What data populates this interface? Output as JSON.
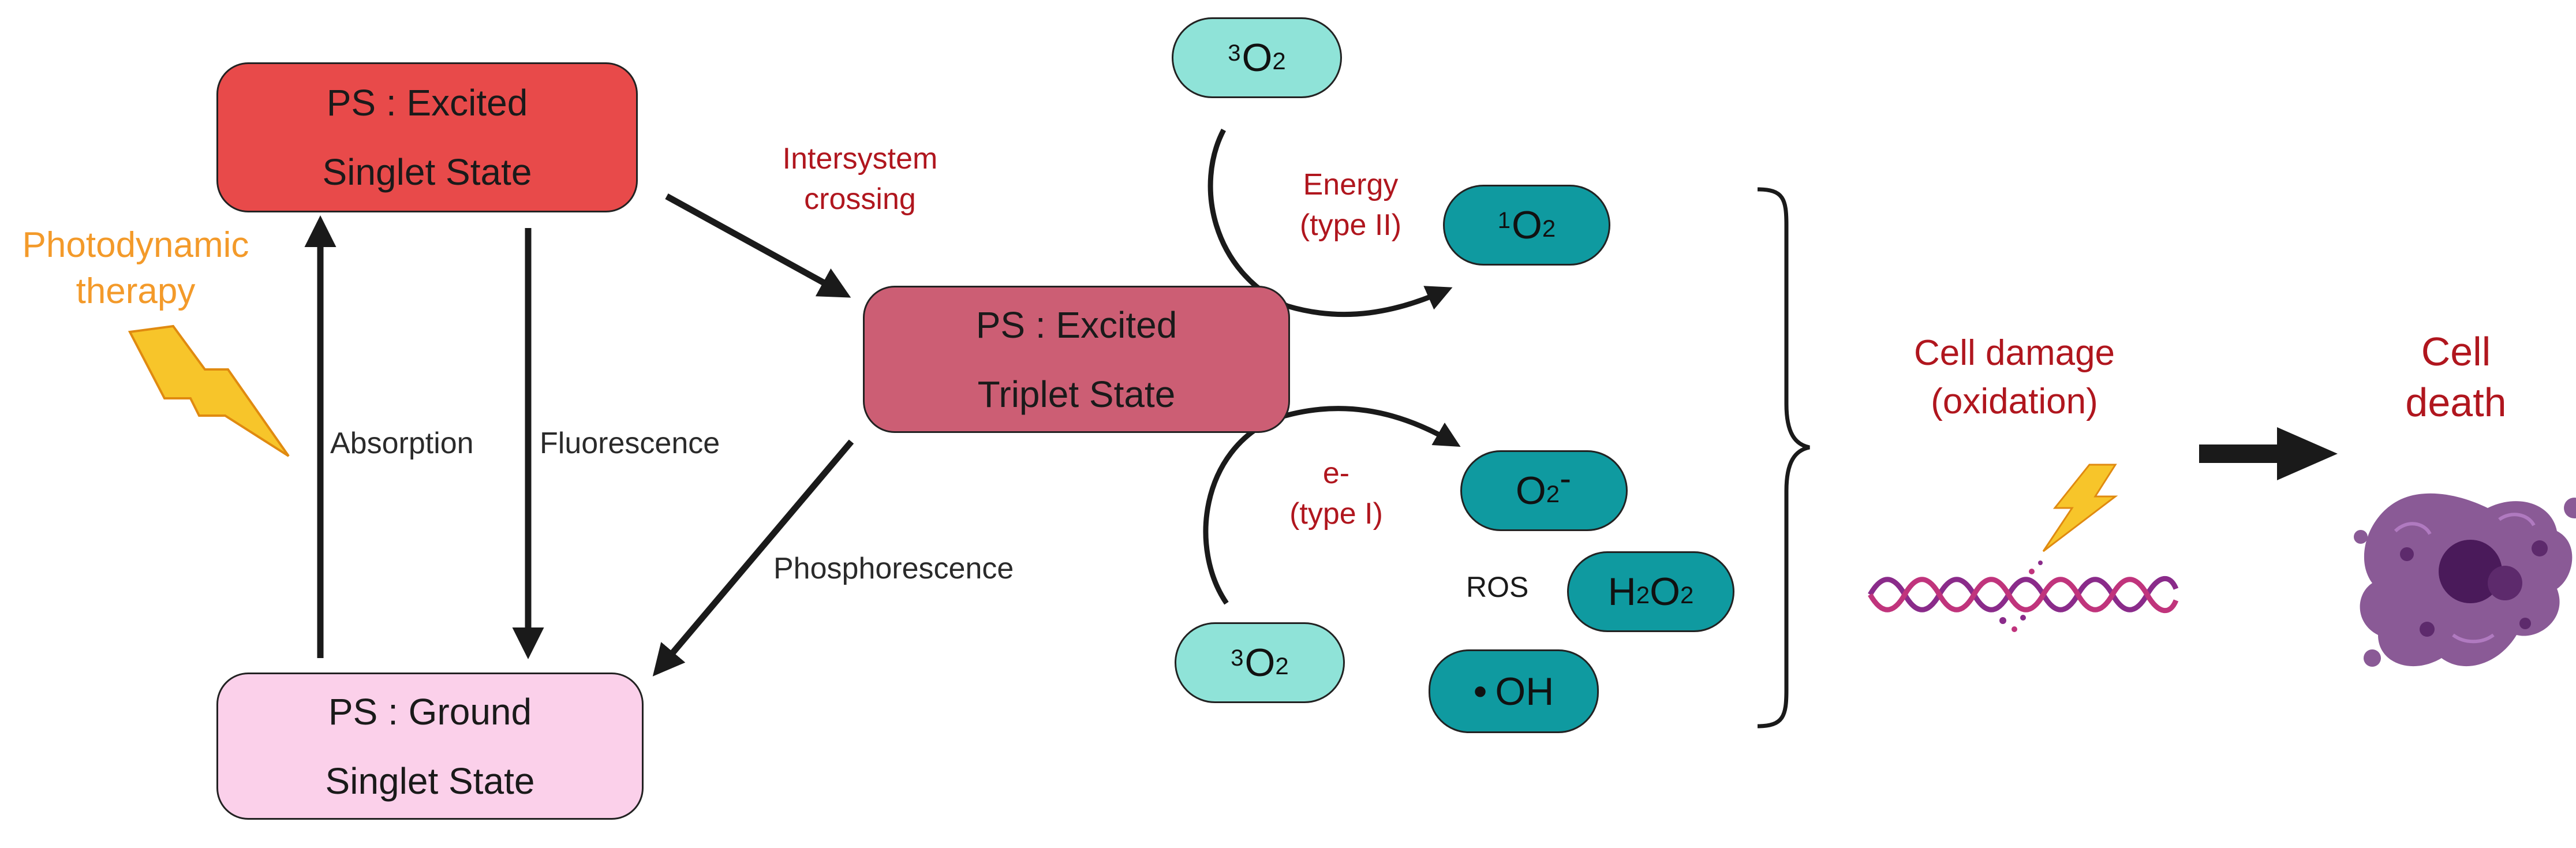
{
  "states": {
    "excited_singlet": {
      "line1": "PS : Excited",
      "line2": "Singlet State",
      "color": "#e84a4a"
    },
    "excited_triplet": {
      "line1": "PS : Excited",
      "line2": "Triplet State",
      "color": "#cc5e74"
    },
    "ground_singlet": {
      "line1": "PS : Ground",
      "line2": "Singlet State",
      "color": "#fbd0ea"
    }
  },
  "labels": {
    "photodynamic_therapy": {
      "line1": "Photodynamic",
      "line2": "therapy"
    },
    "absorption": "Absorption",
    "fluorescence": "Fluorescence",
    "intersystem_crossing": {
      "line1": "Intersystem",
      "line2": "crossing"
    },
    "phosphorescence": "Phosphorescence",
    "energy_type2": {
      "line1": "Energy",
      "line2": "(type II)"
    },
    "electron_type1": {
      "line1": "e-",
      "line2": "(type I)"
    },
    "ros": "ROS",
    "cell_damage": {
      "line1": "Cell damage",
      "line2": "(oxidation)"
    },
    "cell_death": {
      "line1": "Cell",
      "line2": "death"
    }
  },
  "species": {
    "triplet_oxygen_top": {
      "pre": "3",
      "base": "O",
      "sub": "2"
    },
    "triplet_oxygen_bottom": {
      "pre": "3",
      "base": "O",
      "sub": "2"
    },
    "singlet_oxygen": {
      "pre": "1",
      "base": "O",
      "sub": "2"
    },
    "superoxide": {
      "base": "O",
      "sub": "2",
      "charge": "-"
    },
    "hydrogen_peroxide": {
      "base1": "H",
      "sub1": "2",
      "base2": "O",
      "sub2": "2"
    },
    "hydroxyl": {
      "dot": "•",
      "base": "OH"
    }
  },
  "colors": {
    "triplet_oxygen_fill": "#8fe3d8",
    "ros_fill": "#0f9aa0",
    "lightning": "#f7c52a",
    "dna_strand_1": "#8a2b8a",
    "dna_strand_2": "#c0347c",
    "cell": "#7a4a86"
  }
}
